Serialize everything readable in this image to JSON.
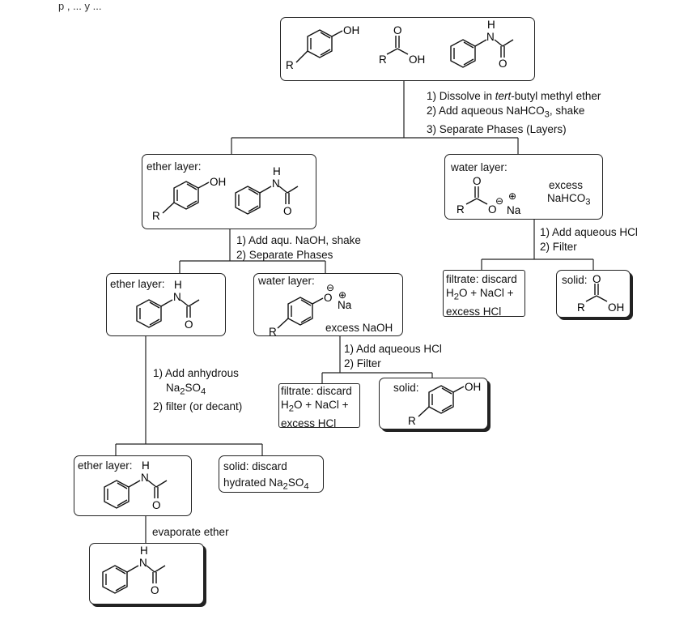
{
  "header_fragment": "p , ... y ...",
  "top_steps": {
    "s1_pre": "1) Dissolve in ",
    "s1_em": "tert",
    "s1_post": "-butyl methyl ether",
    "s2_pre": "2) Add aqueous NaHCO",
    "s2_sub": "3",
    "s2_post": ", shake",
    "s3": "3) Separate Phases (Layers)"
  },
  "ether_layer_1": {
    "label": "ether layer:"
  },
  "water_layer_1": {
    "label": "water layer:",
    "excess_line1": "excess",
    "excess_line2_pre": "NaHCO",
    "excess_line2_sub": "3"
  },
  "steps_naoh": {
    "s1": "1) Add aqu. NaOH, shake",
    "s2": "2) Separate Phases"
  },
  "steps_hcl_1": {
    "s1": "1) Add aqueous HCl",
    "s2": "2) Filter"
  },
  "filtrate_1": {
    "label": "filtrate: discard",
    "line2_a": "H",
    "line2_sub": "2",
    "line2_b": "O + NaCl +",
    "line3": "excess HCl"
  },
  "solid_acid": {
    "label": "solid:"
  },
  "ether_layer_2": {
    "label": "ether layer:"
  },
  "water_layer_2": {
    "label": "water layer:",
    "excess": "excess NaOH"
  },
  "steps_hcl_2": {
    "s1": "1) Add aqueous HCl",
    "s2": "2) Filter"
  },
  "filtrate_2": {
    "label": "filtrate: discard",
    "line2_a": "H",
    "line2_sub": "2",
    "line2_b": "O + NaCl +",
    "line3": "excess HCl"
  },
  "solid_phenol": {
    "label": "solid:"
  },
  "steps_dry": {
    "s1": "1) Add anhydrous",
    "s1b_pre": "Na",
    "s1b_sub1": "2",
    "s1b_mid": "SO",
    "s1b_sub2": "4",
    "s2": "2) filter (or decant)"
  },
  "ether_layer_3": {
    "label": "ether layer:"
  },
  "solid_na2so4": {
    "label": "solid: discard",
    "line2_pre": "hydrated  Na",
    "line2_sub1": "2",
    "line2_mid": "SO",
    "line2_sub2": "4"
  },
  "step_evap": {
    "label": "evaporate ether"
  },
  "atoms": {
    "oh": "OH",
    "r": "R",
    "o": "O",
    "h": "H",
    "n": "N",
    "na": "Na",
    "minus": "⊖",
    "plus": "⊕"
  }
}
